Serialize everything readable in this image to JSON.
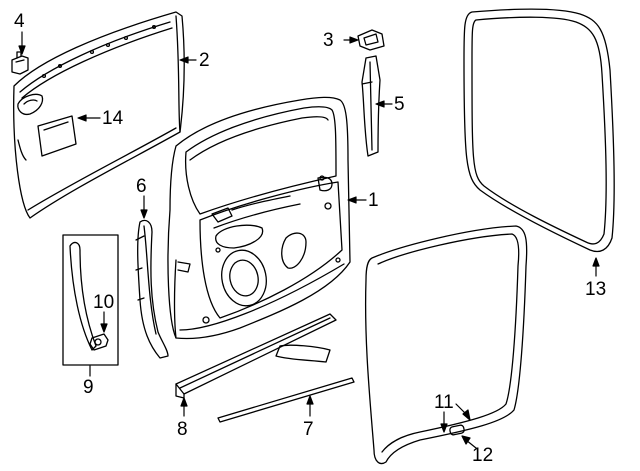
{
  "diagram": {
    "line_color": "#000000",
    "background": "#ffffff",
    "callouts": [
      {
        "id": "4",
        "label": "4"
      },
      {
        "id": "2",
        "label": "2"
      },
      {
        "id": "14",
        "label": "14"
      },
      {
        "id": "3",
        "label": "3"
      },
      {
        "id": "5",
        "label": "5"
      },
      {
        "id": "1",
        "label": "1"
      },
      {
        "id": "6",
        "label": "6"
      },
      {
        "id": "10",
        "label": "10"
      },
      {
        "id": "9",
        "label": "9"
      },
      {
        "id": "8",
        "label": "8"
      },
      {
        "id": "7",
        "label": "7"
      },
      {
        "id": "13",
        "label": "13"
      },
      {
        "id": "11",
        "label": "11"
      },
      {
        "id": "12",
        "label": "12"
      }
    ]
  }
}
